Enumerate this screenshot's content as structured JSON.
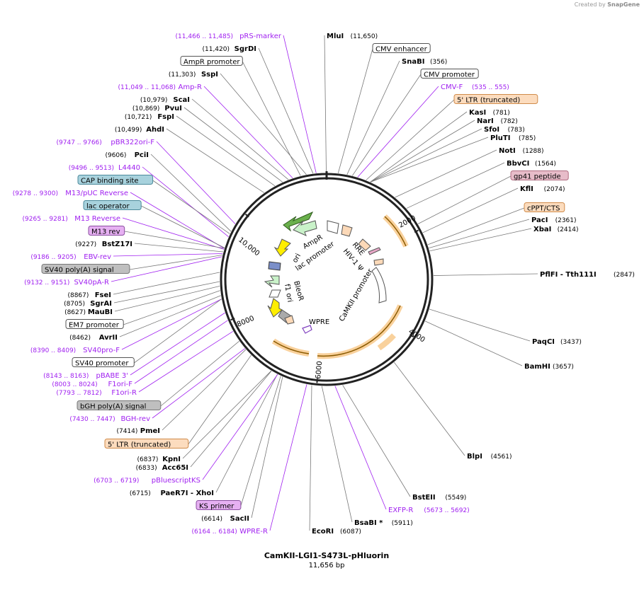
{
  "credit": {
    "prefix": "Created by",
    "brand": "SnapGene"
  },
  "plasmid": {
    "name": "CamKII-LGI1-S473L-pHluorin",
    "length": "11,656 bp"
  },
  "tick_labels": [
    "2000",
    "4000",
    "6000",
    "8000",
    "10,000"
  ],
  "sites": [
    {
      "name": "MluI",
      "pos": "(11,650)"
    },
    {
      "name": "SnaBI",
      "pos": "(356)"
    },
    {
      "name": "KasI",
      "pos": "(781)"
    },
    {
      "name": "NarI",
      "pos": "(782)"
    },
    {
      "name": "SfoI",
      "pos": "(783)"
    },
    {
      "name": "PluTI",
      "pos": "(785)"
    },
    {
      "name": "NotI",
      "pos": "(1288)"
    },
    {
      "name": "BbvCI",
      "pos": "(1564)"
    },
    {
      "name": "KflI",
      "pos": "(2074)"
    },
    {
      "name": "PacI",
      "pos": "(2361)"
    },
    {
      "name": "XbaI",
      "pos": "(2414)"
    },
    {
      "name": "PflFI - Tth111I",
      "pos": "(2847)"
    },
    {
      "name": "PaqCI",
      "pos": "(3437)"
    },
    {
      "name": "BamHI",
      "pos": "(3657)"
    },
    {
      "name": "BlpI",
      "pos": "(4561)"
    },
    {
      "name": "BstEII",
      "pos": "(5549)"
    },
    {
      "name": "BsaBI *",
      "pos": "(5911)"
    },
    {
      "name": "EcoRI",
      "pos": "(6087)"
    },
    {
      "name": "SgrDI",
      "pos": "(11,420)"
    },
    {
      "name": "SspI",
      "pos": "(11,303)"
    },
    {
      "name": "ScaI",
      "pos": "(10,979)"
    },
    {
      "name": "PvuI",
      "pos": "(10,869)"
    },
    {
      "name": "FspI",
      "pos": "(10,721)"
    },
    {
      "name": "AhdI",
      "pos": "(10,499)"
    },
    {
      "name": "PciI",
      "pos": "(9606)"
    },
    {
      "name": "BstZ17I",
      "pos": "(9227)"
    },
    {
      "name": "FseI",
      "pos": "(8867)"
    },
    {
      "name": "SgrAI",
      "pos": "(8705)"
    },
    {
      "name": "MauBI",
      "pos": "(8627)"
    },
    {
      "name": "AvrII",
      "pos": "(8462)"
    },
    {
      "name": "PmeI",
      "pos": "(7414)"
    },
    {
      "name": "KpnI",
      "pos": "(6837)"
    },
    {
      "name": "Acc65I",
      "pos": "(6833)"
    },
    {
      "name": "PaeR7I - XhoI",
      "pos": "(6715)"
    },
    {
      "name": "SacII",
      "pos": "(6614)"
    }
  ],
  "primers": [
    {
      "name": "pRS-marker",
      "pos": "(11,466 .. 11,485)"
    },
    {
      "name": "Amp-R",
      "pos": "(11,049 .. 11,068)"
    },
    {
      "name": "pBR322ori-F",
      "pos": "(9747 .. 9766)"
    },
    {
      "name": "L4440",
      "pos": "(9496 .. 9513)"
    },
    {
      "name": "M13/pUC Reverse",
      "pos": "(9278 .. 9300)"
    },
    {
      "name": "M13 Reverse",
      "pos": "(9265 .. 9281)"
    },
    {
      "name": "EBV-rev",
      "pos": "(9186 .. 9205)"
    },
    {
      "name": "SV40pA-R",
      "pos": "(9132 .. 9151)"
    },
    {
      "name": "SV40pro-F",
      "pos": "(8390 .. 8409)"
    },
    {
      "name": "pBABE 3'",
      "pos": "(8143 .. 8163)"
    },
    {
      "name": "F1ori-F",
      "pos": "(8003 .. 8024)"
    },
    {
      "name": "F1ori-R",
      "pos": "(7793 .. 7812)"
    },
    {
      "name": "BGH-rev",
      "pos": "(7430 .. 7447)"
    },
    {
      "name": "pBluescriptKS",
      "pos": "(6703 .. 6719)"
    },
    {
      "name": "WPRE-R",
      "pos": "(6164 .. 6184)"
    },
    {
      "name": "CMV-F",
      "pos": "(535 .. 555)"
    },
    {
      "name": "EXFP-R",
      "pos": "(5673 .. 5692)"
    }
  ],
  "boxed_features": [
    {
      "name": "CMV enhancer"
    },
    {
      "name": "CMV promoter"
    },
    {
      "name": "5' LTR (truncated)"
    },
    {
      "name": "gp41 peptide"
    },
    {
      "name": "cPPT/CTS"
    },
    {
      "name": "AmpR promoter"
    },
    {
      "name": "CAP binding site"
    },
    {
      "name": "lac operator"
    },
    {
      "name": "M13 rev"
    },
    {
      "name": "SV40 poly(A) signal"
    },
    {
      "name": "EM7 promoter"
    },
    {
      "name": "SV40 promoter"
    },
    {
      "name": "bGH poly(A) signal"
    },
    {
      "name": "5' LTR (truncated)"
    },
    {
      "name": "KS primer"
    }
  ],
  "inner_labels": [
    "ori",
    "AmpR",
    "lac promoter",
    "RRE",
    "HIV-1 Ψ",
    "CaMKII promoter",
    "WPRE",
    "BleoR",
    "f1 ori"
  ]
}
